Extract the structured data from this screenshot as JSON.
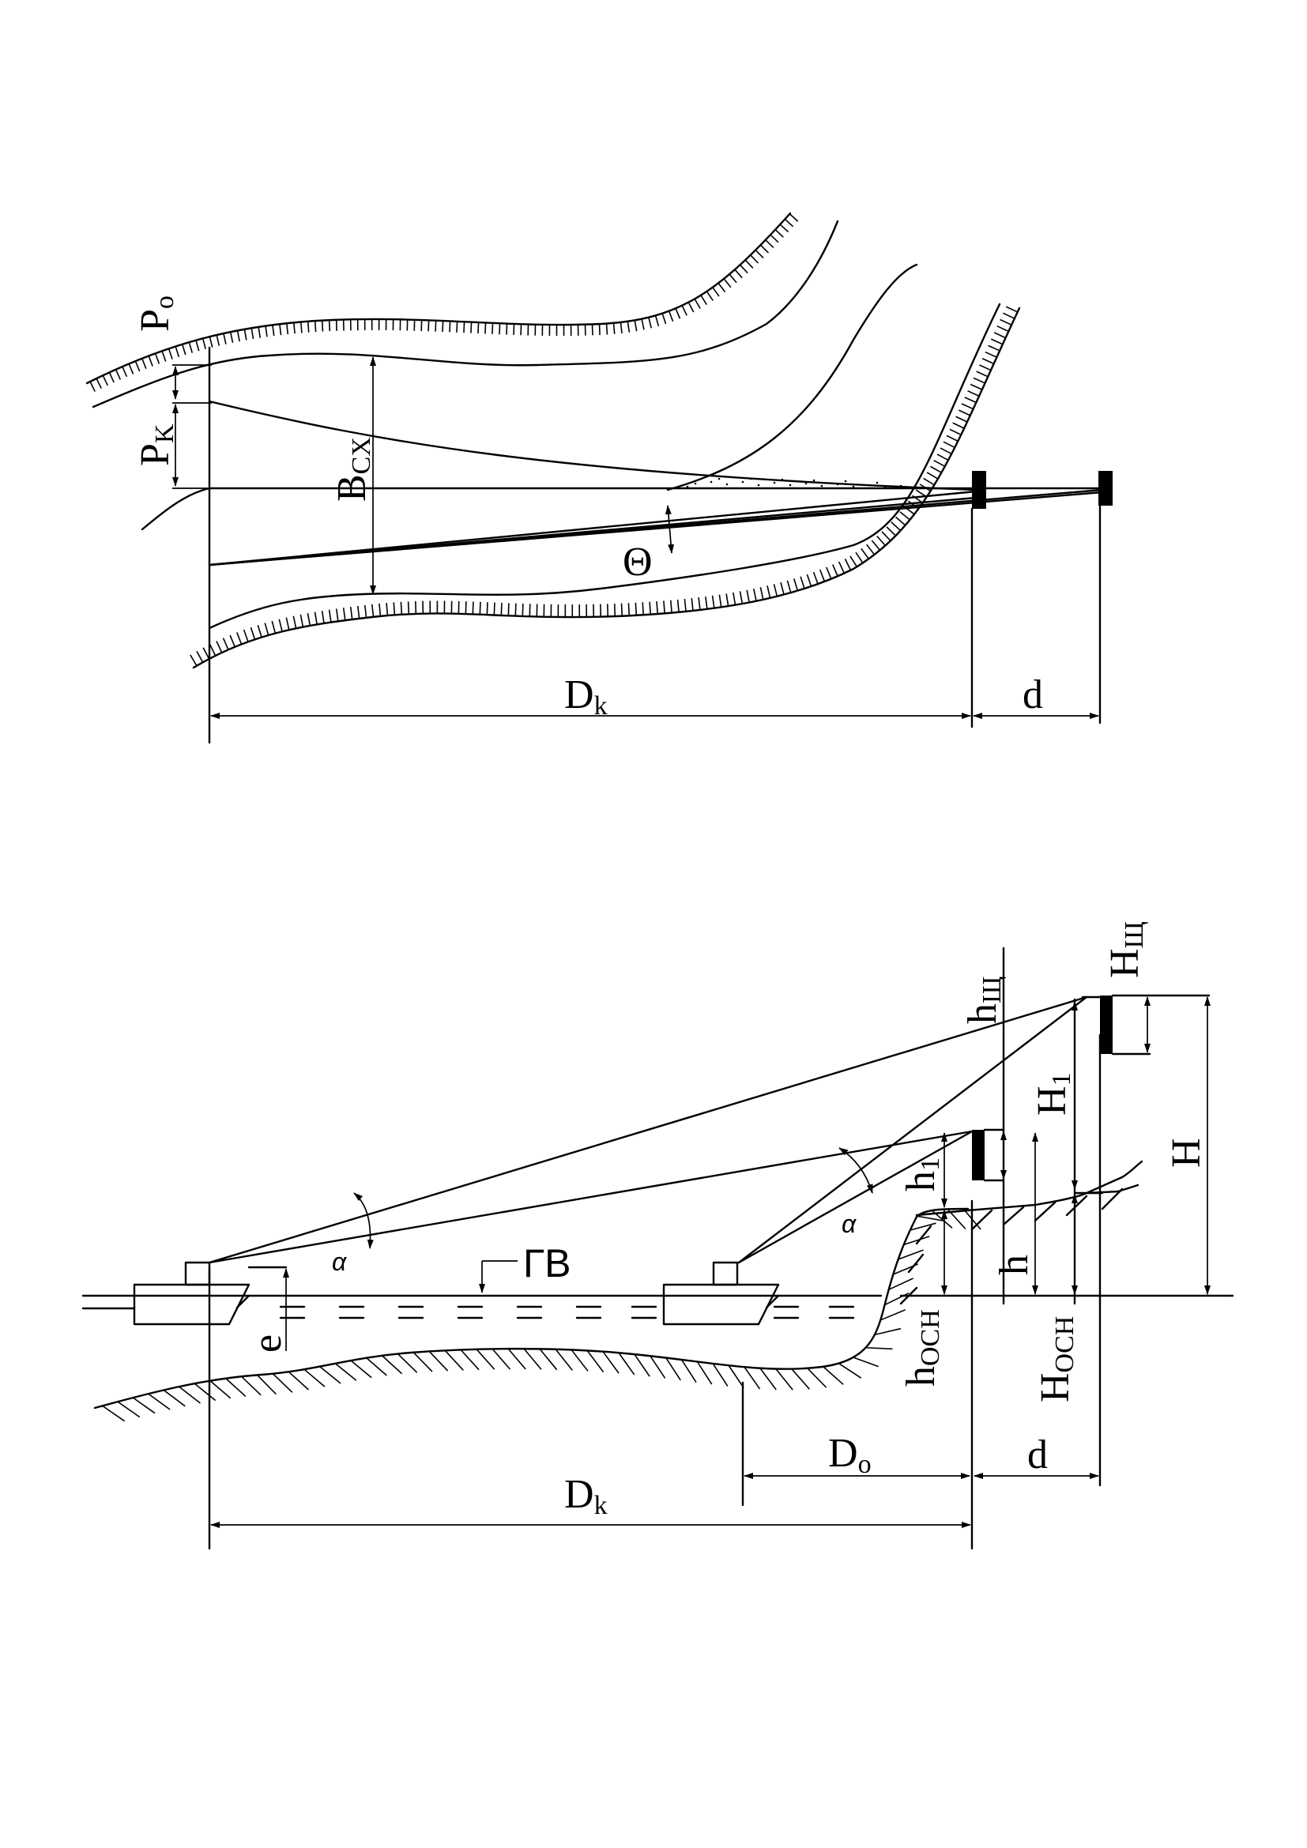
{
  "top_diagram": {
    "labels": {
      "p_o": {
        "main": "P",
        "sub": "o"
      },
      "p_k": {
        "main": "P",
        "sub": "K"
      },
      "b_cx": {
        "main": "B",
        "sub": "CX"
      },
      "theta": "Θ",
      "d_k": {
        "main": "D",
        "sub": "k"
      },
      "d": "d"
    }
  },
  "bottom_diagram": {
    "labels": {
      "h_sch": {
        "main": "h",
        "sub": "Щ"
      },
      "H_sch": {
        "main": "H",
        "sub": "Щ"
      },
      "H1": {
        "main": "H",
        "sub": "1"
      },
      "H": "H",
      "h1": {
        "main": "h",
        "sub": "1"
      },
      "alpha_left": "α",
      "alpha_right": "α",
      "gv": "ГВ",
      "e": "e",
      "h": "h",
      "h_osn": {
        "main": "h",
        "sub": "OCH"
      },
      "H_osn": {
        "main": "H",
        "sub": "OCH"
      },
      "d_o": {
        "main": "D",
        "sub": "o"
      },
      "d": "d",
      "d_k": {
        "main": "D",
        "sub": "k"
      }
    }
  },
  "colors": {
    "ink": "#000000",
    "paper": "#ffffff"
  }
}
